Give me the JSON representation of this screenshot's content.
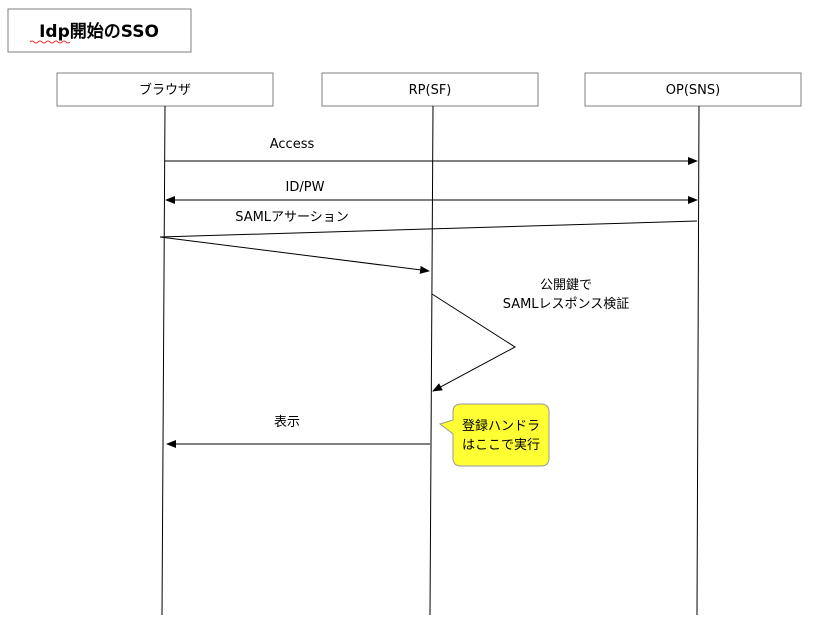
{
  "title": "Idp開始のSSO",
  "participants": {
    "browser": "ブラウザ",
    "rp": "RP(SF)",
    "op": "OP(SNS)"
  },
  "messages": {
    "access": "Access",
    "idpw": "ID/PW",
    "saml_assertion": "SAMLアサーション",
    "verify_line1": "公開鍵で",
    "verify_line2": "SAMLレスポンス検証",
    "display": "表示"
  },
  "note": {
    "line1": "登録ハンドラ",
    "line2": "はここで実行",
    "fill": "#ffff33",
    "stroke": "#999999"
  }
}
